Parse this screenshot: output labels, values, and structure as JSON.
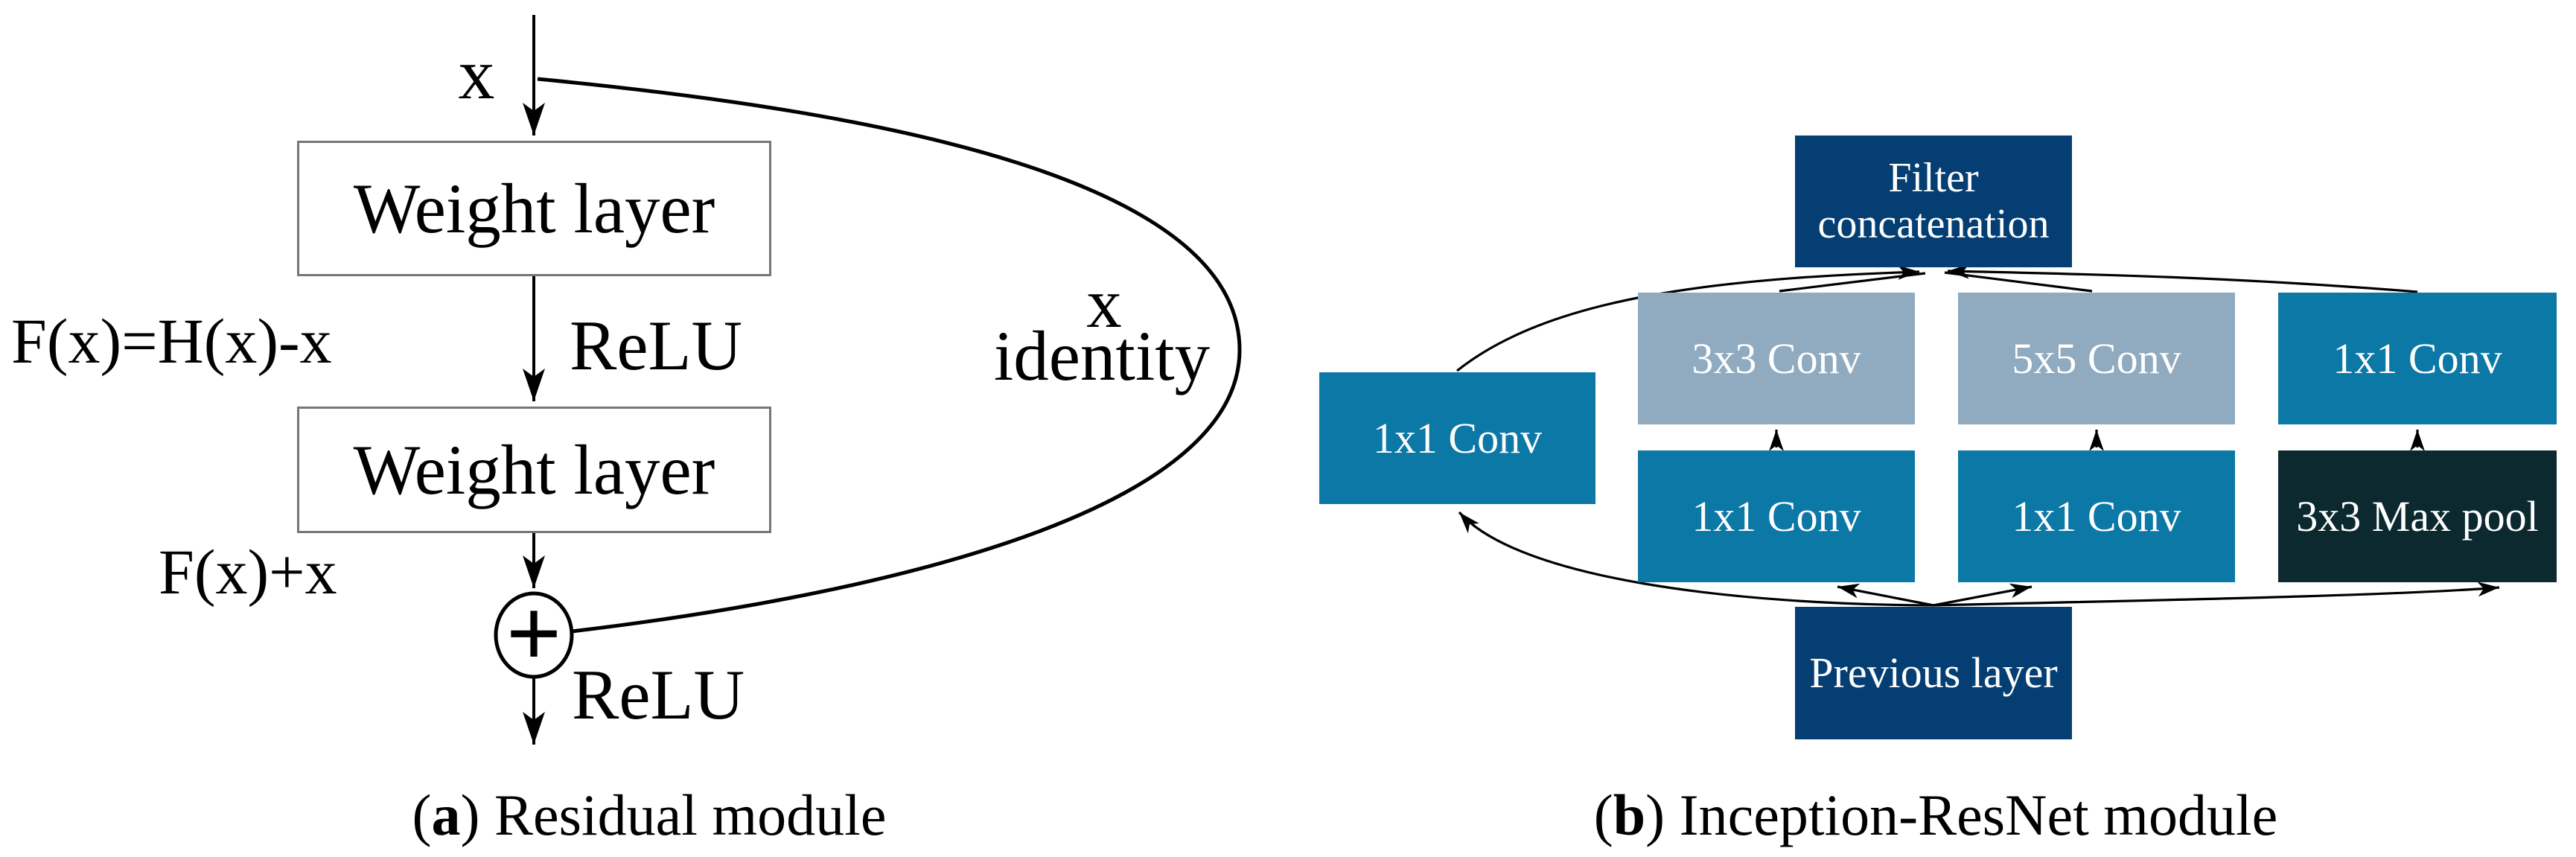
{
  "colors": {
    "navy": "#043e72",
    "teal": "#0b78a6",
    "steel_blue": "#90aabf",
    "dark_teal": "#0c2930",
    "box_text": "#ffffff",
    "line": "#000000",
    "weight_box_border": "#767676"
  },
  "panel_a": {
    "input_label": "x",
    "weight_layer_top": "Weight layer",
    "relu_between": "ReLU",
    "residual_formula": "F(x)=H(x)-x",
    "weight_layer_bottom": "Weight layer",
    "sum_formula": "F(x)+x",
    "sum_symbol": "+",
    "relu_output": "ReLU",
    "skip_line1": "x",
    "skip_line2": "identity",
    "caption": {
      "open": "(",
      "letter": "a",
      "rest": ") Residual module"
    }
  },
  "panel_b": {
    "filter_concat": "Filter concatenation",
    "branch1_conv": "1x1 Conv",
    "branch2_conv_top": "3x3 Conv",
    "branch2_conv_bottom": "1x1 Conv",
    "branch3_conv_top": "5x5 Conv",
    "branch3_conv_bottom": "1x1 Conv",
    "branch4_conv_top": "1x1 Conv",
    "branch4_pool": "3x3 Max pool",
    "previous_layer": "Previous layer",
    "caption": {
      "open": "(",
      "letter": "b",
      "rest": ") Inception-ResNet module"
    }
  }
}
